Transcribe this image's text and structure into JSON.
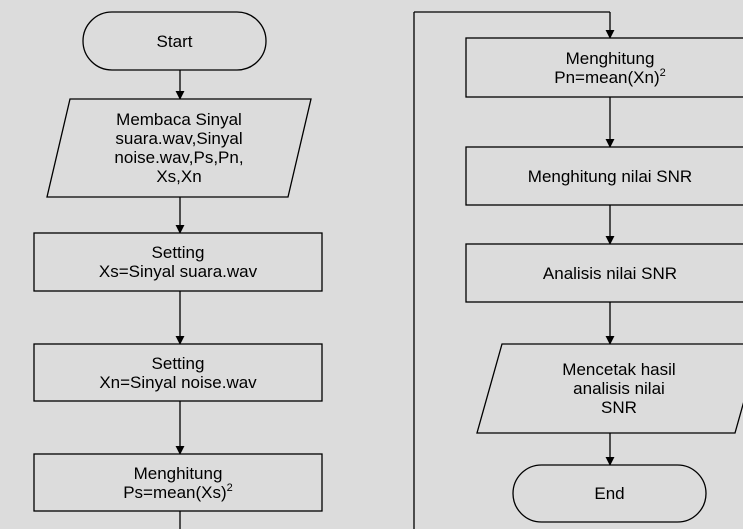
{
  "flowchart": {
    "left": {
      "start": "Start",
      "read": [
        "Membaca Sinyal",
        "suara.wav,Sinyal",
        "noise.wav,Ps,Pn,",
        "Xs,Xn"
      ],
      "setting_xs": [
        "Setting",
        "Xs=Sinyal suara.wav"
      ],
      "setting_xn": [
        "Setting",
        "Xn=Sinyal noise.wav"
      ],
      "compute_ps": {
        "line1": "Menghitung",
        "line2": "Ps=mean(Xs)",
        "sup": "2"
      }
    },
    "right": {
      "compute_pn": {
        "line1": "Menghitung",
        "line2": "Pn=mean(Xn)",
        "sup": "2"
      },
      "compute_snr": "Menghitung nilai SNR",
      "analyze_snr": "Analisis nilai SNR",
      "print": [
        "Mencetak hasil",
        "analisis nilai",
        "SNR"
      ],
      "end": "End"
    }
  },
  "colors": {
    "background": "#dcdcdc",
    "stroke": "#000000",
    "fill": "#dcdcdc"
  }
}
